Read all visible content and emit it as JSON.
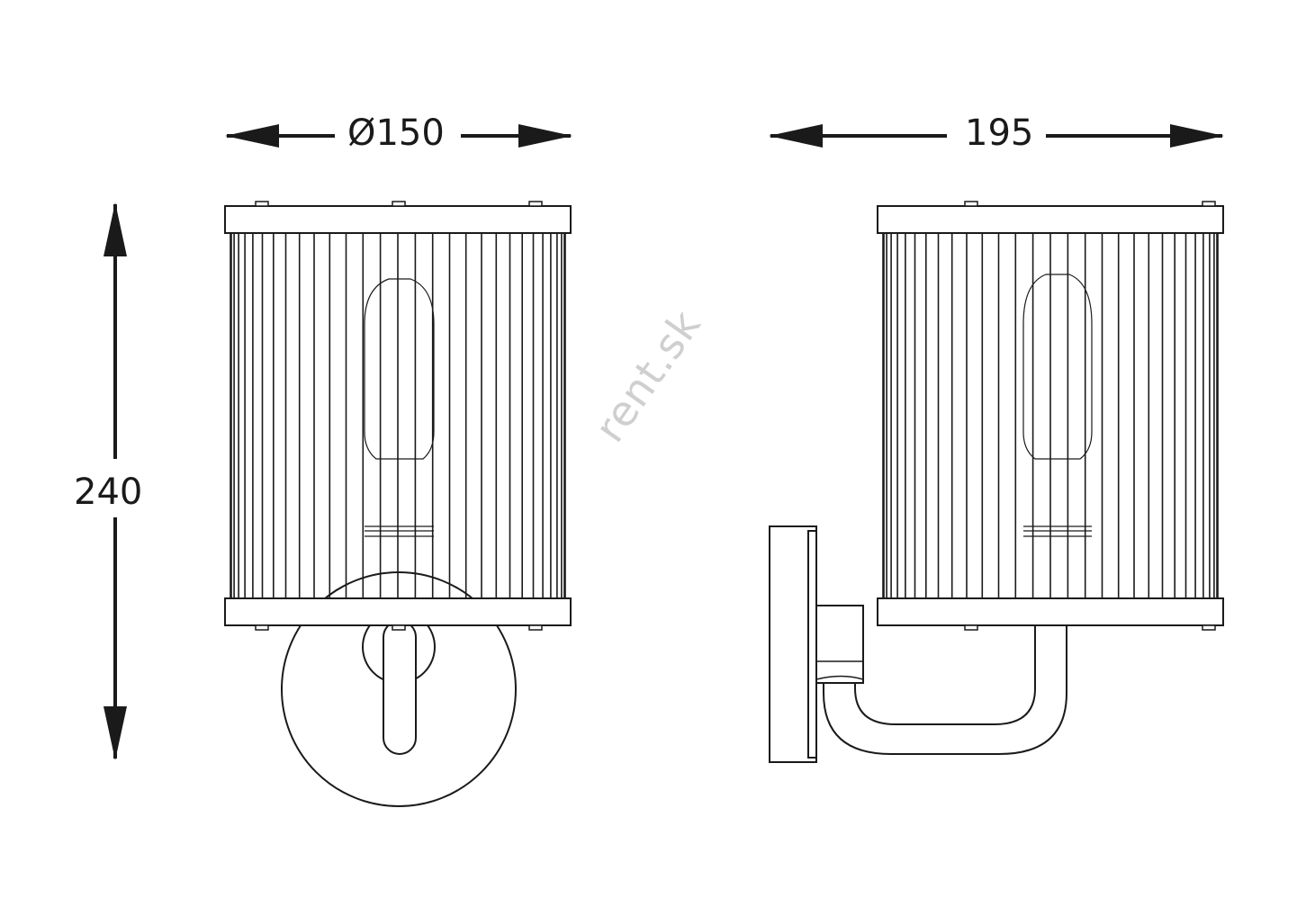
{
  "dimensions": {
    "front_width": "Ø150",
    "side_width": "195",
    "height": "240"
  },
  "watermark": "rent.sk",
  "colors": {
    "line": "#1a1a1a",
    "watermark": "#cfcfcf",
    "background": "#ffffff"
  }
}
